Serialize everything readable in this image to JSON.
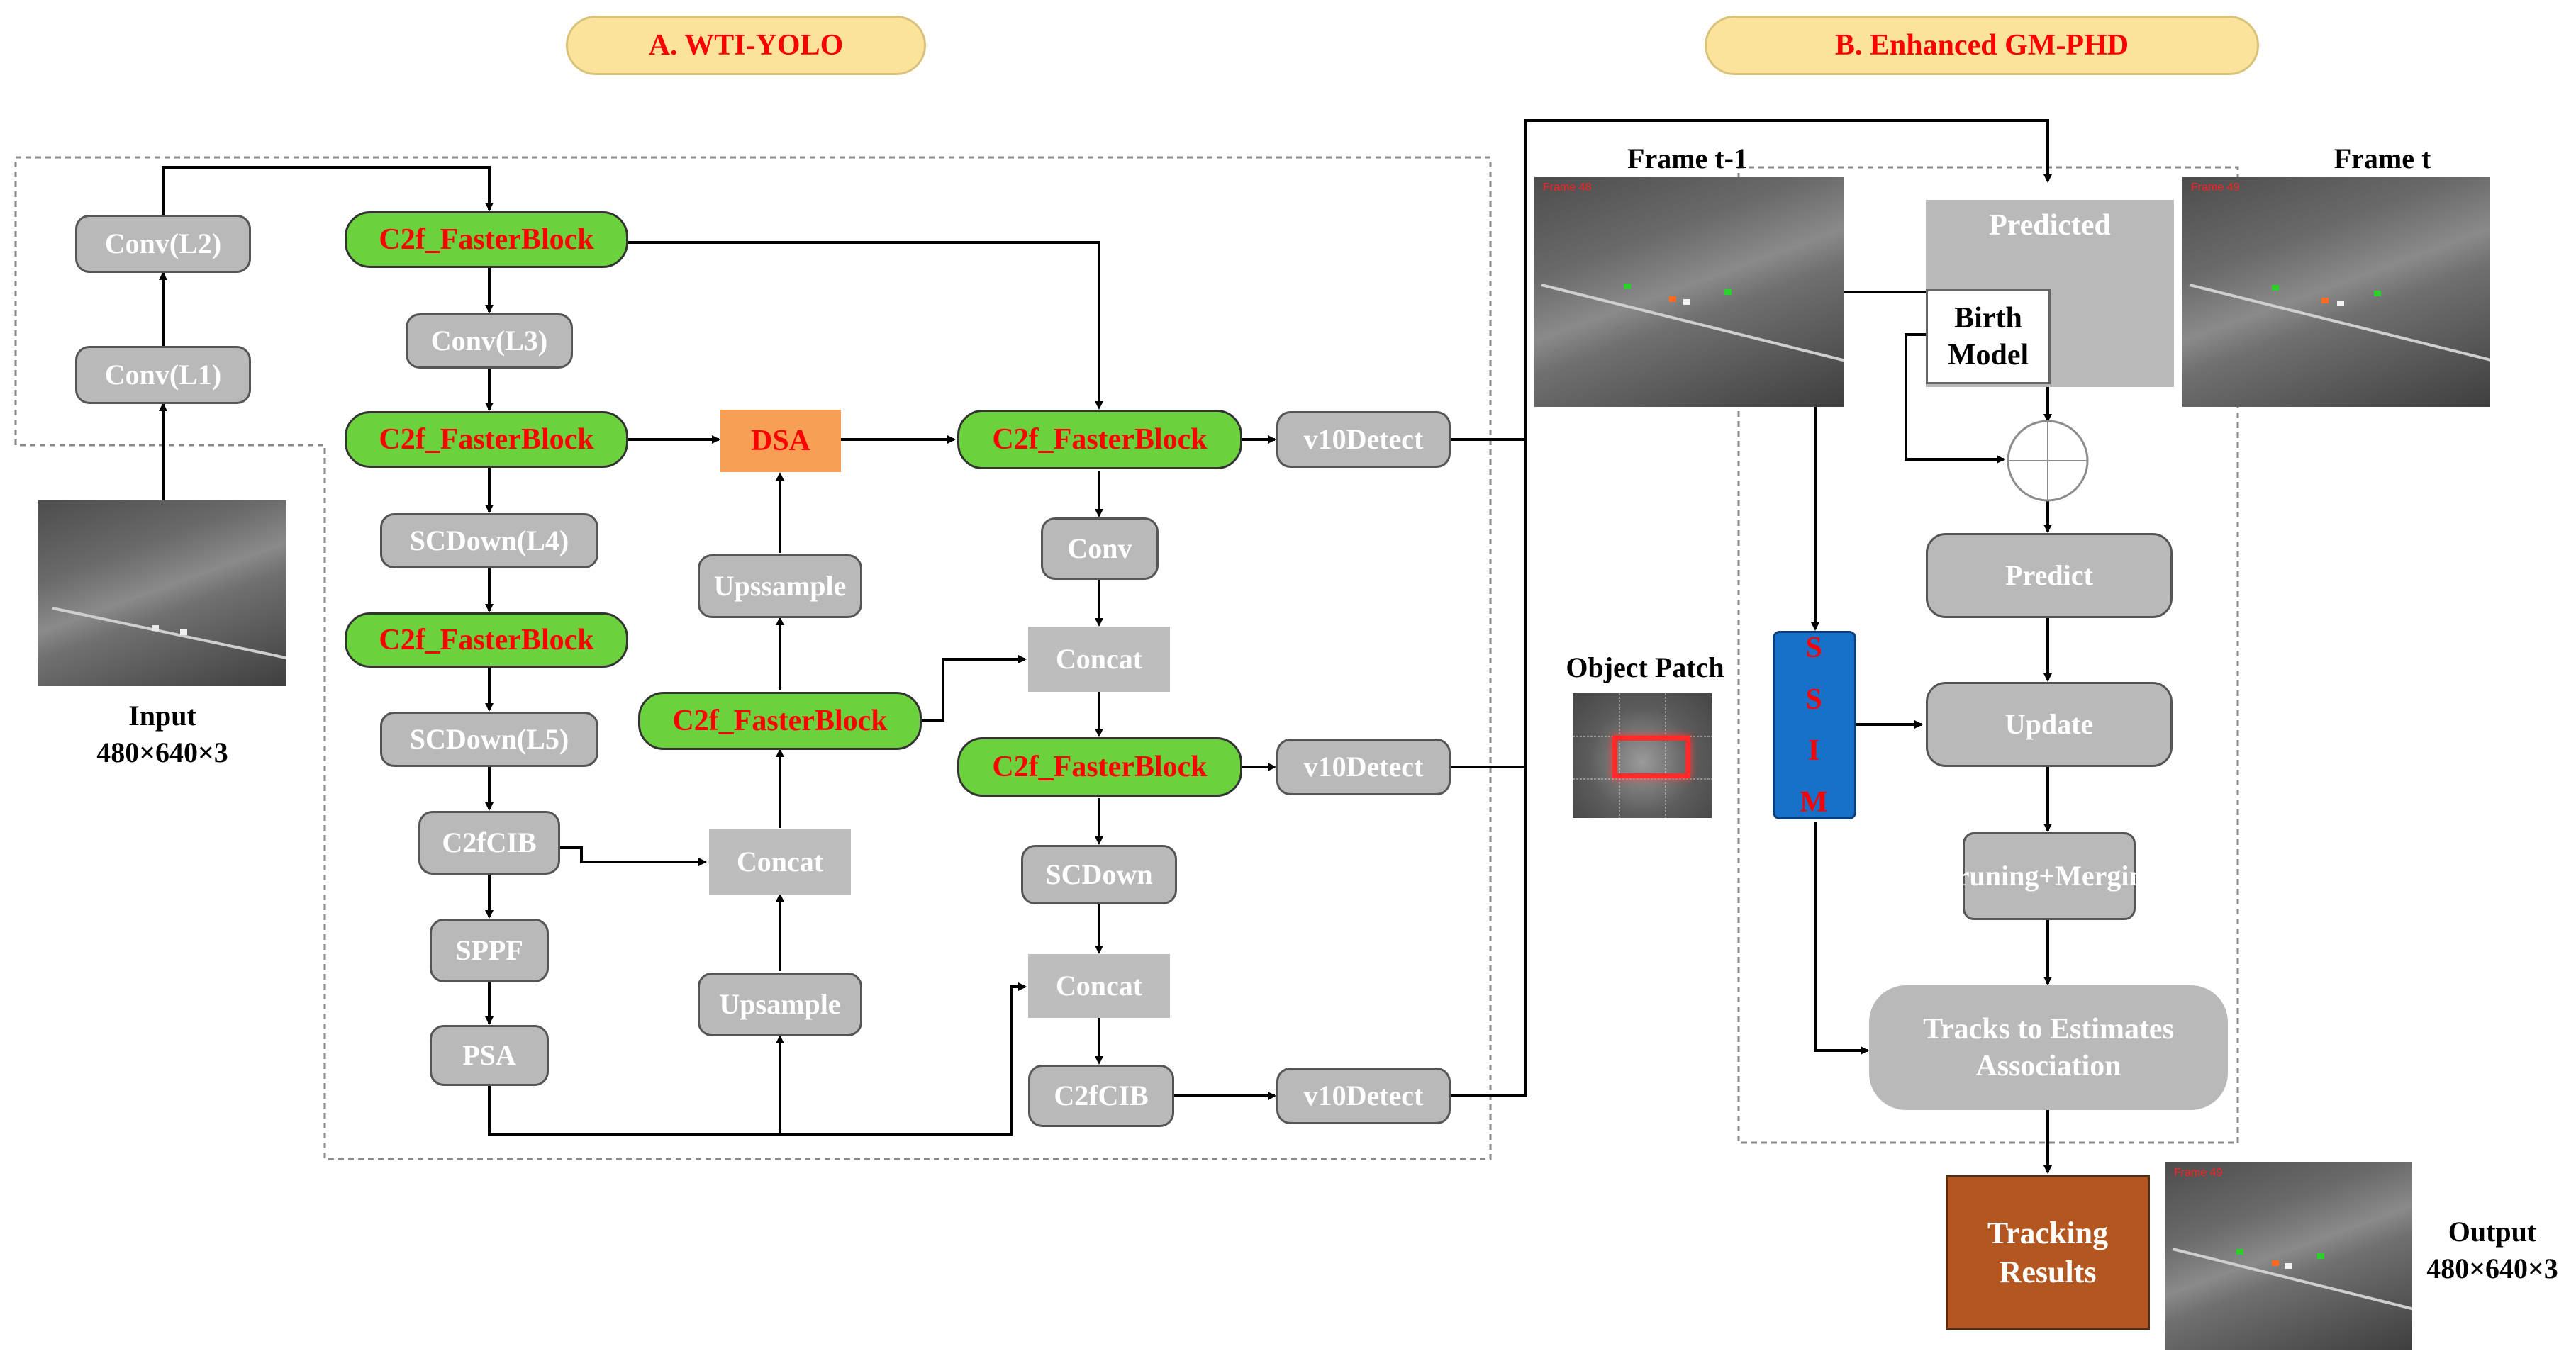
{
  "titles": {
    "a": "A. WTI-YOLO",
    "b": "B. Enhanced GM-PHD"
  },
  "backbone": {
    "conv_l2": "Conv(L2)",
    "conv_l1": "Conv(L1)",
    "c2f_1": "C2f_FasterBlock",
    "conv_l3": "Conv(L3)",
    "c2f_2": "C2f_FasterBlock",
    "scdown_l4": "SCDown(L4)",
    "c2f_3": "C2f_FasterBlock",
    "scdown_l5": "SCDown(L5)",
    "c2fcib": "C2fCIB",
    "sppf": "SPPF",
    "psa": "PSA"
  },
  "neck": {
    "dsa": "DSA",
    "upsample_top": "Upssample",
    "c2f_mid": "C2f_FasterBlock",
    "concat_mid": "Concat",
    "upsample_bottom": "Upsample"
  },
  "head": {
    "c2f_top": "C2f_FasterBlock",
    "detect_1": "v10Detect",
    "conv": "Conv",
    "concat_1": "Concat",
    "c2f_bottom": "C2f_FasterBlock",
    "detect_2": "v10Detect",
    "scdown": "SCDown",
    "concat_2": "Concat",
    "c2fcib": "C2fCIB",
    "detect_3": "v10Detect"
  },
  "input": {
    "label": "Input",
    "size": "480×640×3"
  },
  "tracker": {
    "frame_prev": "Frame t-1",
    "frame_curr": "Frame t",
    "predicted": "Predicted",
    "birth_model": "Birth Model",
    "predict": "Predict",
    "update": "Update",
    "pruning": "Pruning+Merging",
    "association": "Tracks to Estimates Association",
    "ssim_letters": [
      "S",
      "S",
      "I",
      "M"
    ],
    "object_patch": "Object Patch",
    "tracking_results": "Tracking Results"
  },
  "output": {
    "label": "Output",
    "size": "480×640×3"
  },
  "colors": {
    "green_block": "#6bd13d",
    "gray_block": "#b9b9b9",
    "dsa_block": "#f7a055",
    "title_pill": "#fbe39c",
    "ssim_block": "#1771c9",
    "tracking_block": "#b4561f",
    "block_text_red": "#ff0000"
  }
}
